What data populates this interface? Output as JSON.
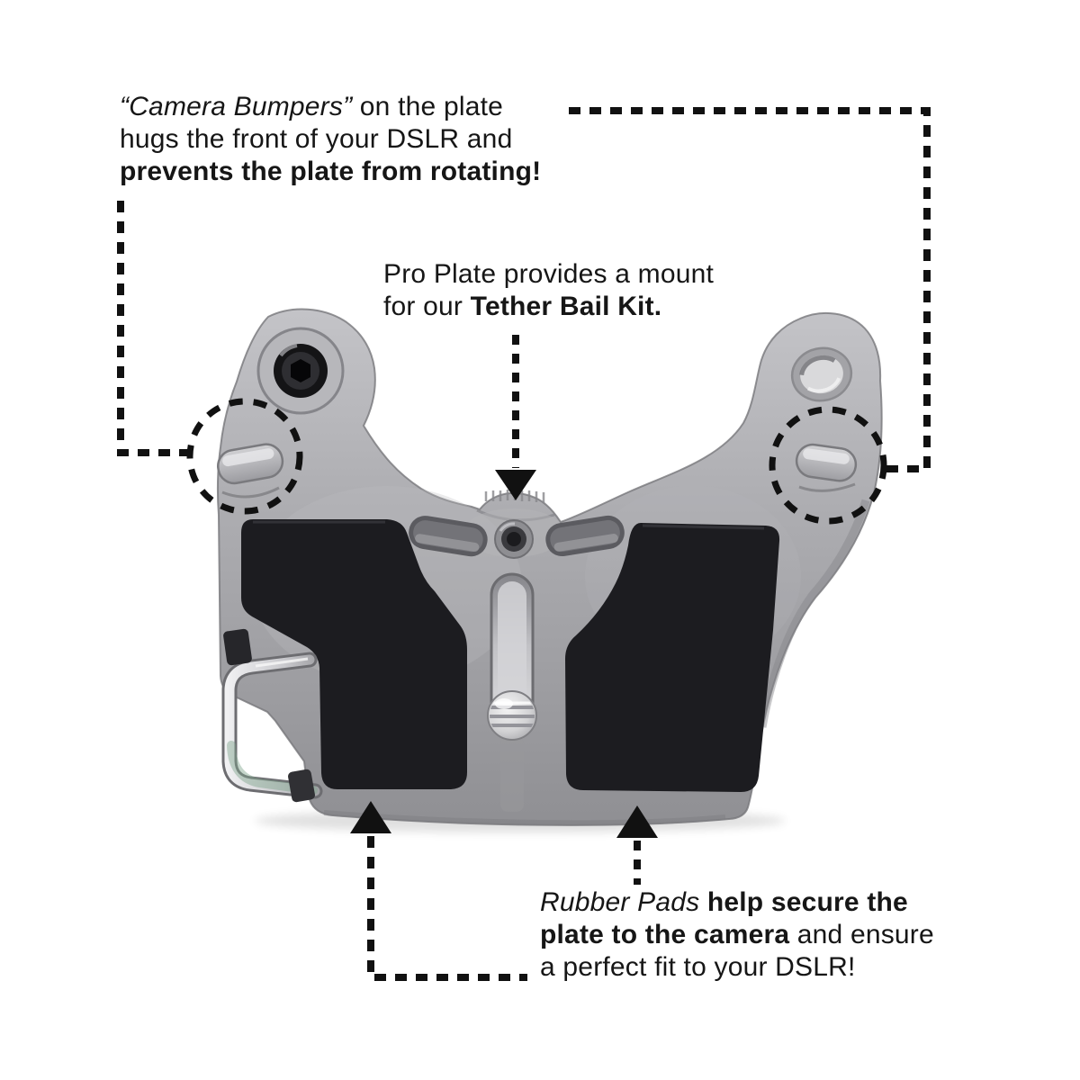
{
  "annotations": {
    "camera_bumpers": {
      "line1_italic": "“Camera Bumpers”",
      "line1_rest": " on the plate",
      "line2": "hugs the front of your DSLR and",
      "line3_bold": "prevents the plate from rotating!"
    },
    "pro_plate": {
      "line1": "Pro Plate provides a mount",
      "line2_prefix": "for our ",
      "line2_bold": "Tether Bail Kit."
    },
    "rubber_pads": {
      "line1_italic": "Rubber Pads ",
      "line1_bold": "help secure the",
      "line2_bold": "plate to the camera",
      "line2_rest": " and ensure",
      "line3": "a perfect fit to your DSLR!"
    }
  },
  "illustration": {
    "parts": {
      "plate": "camera-plate",
      "left_screw": "hex-screw",
      "right_hole": "mounting-hole",
      "left_bumper": "camera-bumper-left",
      "right_bumper": "camera-bumper-right",
      "left_pad": "rubber-pad-left",
      "right_pad": "rubber-pad-right",
      "ring": "tether-bail-ring",
      "center_screw": "mounting-screw",
      "slot": "adjustment-slot",
      "saddle_screw": "saddle-screw"
    },
    "callouts": [
      "dotted-circle-left",
      "dotted-circle-right",
      "dotted-line-top",
      "dotted-line-left",
      "arrow-center",
      "arrow-bottom-left",
      "arrow-bottom-right"
    ]
  },
  "colors": {
    "background": "#ffffff",
    "text": "#161616",
    "callout": "#111111",
    "plate_light": "#c2c2c6",
    "plate_mid": "#a6a6aa",
    "plate_dark": "#8e8e92",
    "pad": "#1c1c20",
    "ring_silver": "#e8e8ec",
    "ring_green_tint": "#7fa48c"
  }
}
